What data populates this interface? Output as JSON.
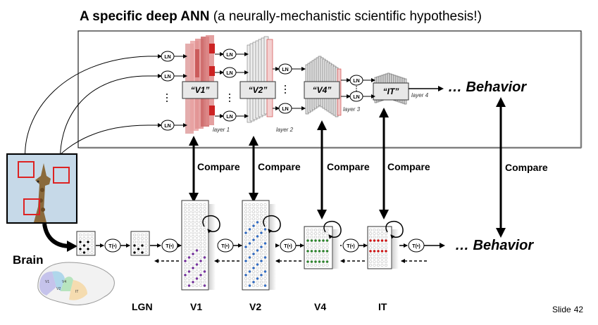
{
  "title": {
    "bold": "A specific deep ANN",
    "rest": " (a neurally-mechanistic scientific hypothesis!)"
  },
  "model": {
    "units": [
      "“V1”",
      "“V2”",
      "“V4”",
      "“IT”"
    ],
    "layers": [
      "layer 1",
      "layer 2",
      "layer 3",
      "layer 4"
    ],
    "ln_label": "LN",
    "behavior": "… Behavior"
  },
  "compare_label": "Compare",
  "compare_links": [
    "V1",
    "V2",
    "V4",
    "IT",
    "Behavior"
  ],
  "brain": {
    "label": "Brain",
    "areas": [
      "LGN",
      "V1",
      "V2",
      "V4",
      "IT"
    ],
    "transform_label": "T(•)",
    "behavior": "… Behavior",
    "map_labels": [
      "V1",
      "V2",
      "V4",
      "IT"
    ]
  },
  "slide": {
    "label": "Slide",
    "number": "42"
  }
}
